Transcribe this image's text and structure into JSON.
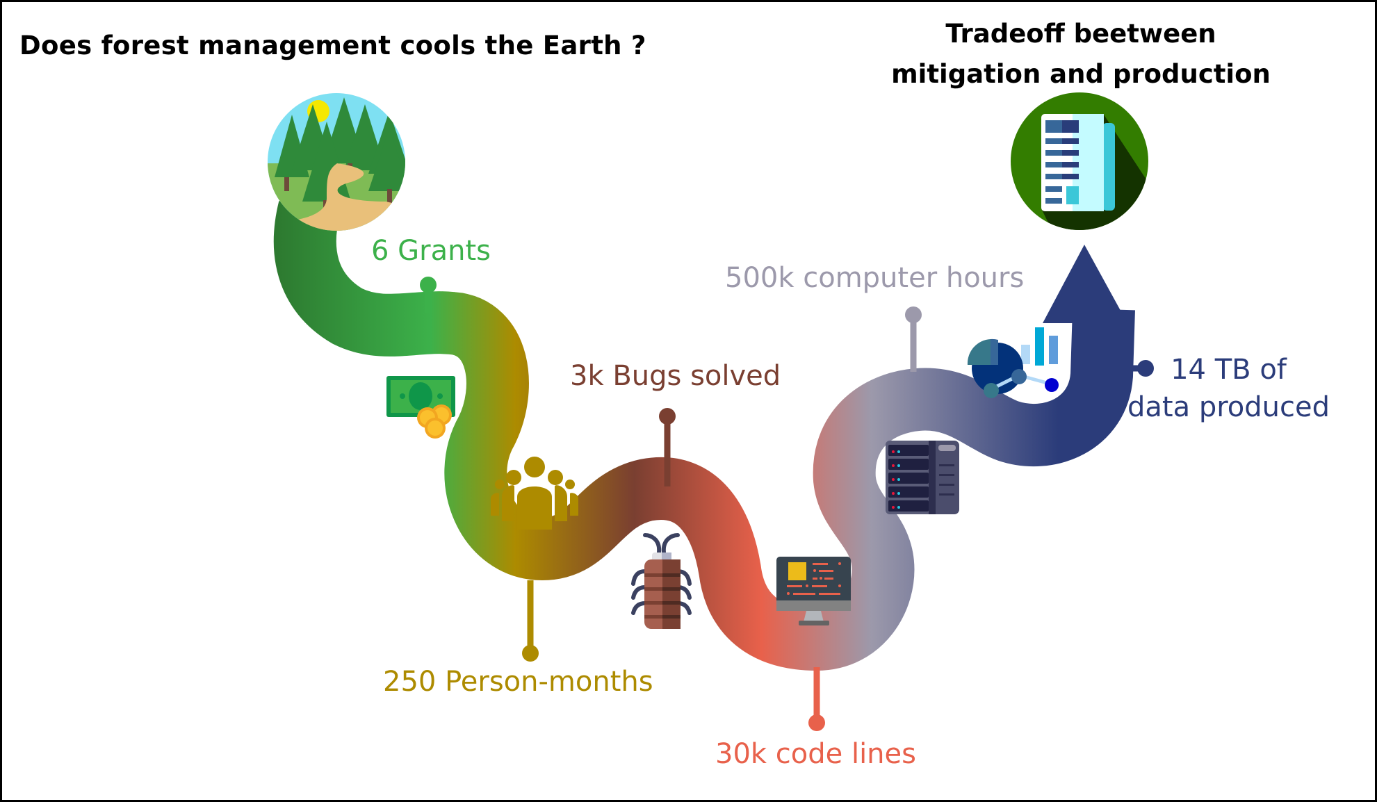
{
  "titles": {
    "left": "Does forest management cools the Earth ?",
    "right_line1": "Tradeoff beetween",
    "right_line2": "mitigation and production"
  },
  "milestones": [
    {
      "id": "grants",
      "label": "6 Grants",
      "icon": "money-icon",
      "color": "#3cb14a"
    },
    {
      "id": "person_months",
      "label": "250 Person-months",
      "icon": "team-icon",
      "color": "#ad8b00"
    },
    {
      "id": "bugs",
      "label": "3k Bugs solved",
      "icon": "bug-icon",
      "color": "#7a3f31"
    },
    {
      "id": "code",
      "label": "30k code lines",
      "icon": "code-monitor-icon",
      "color": "#e8614b"
    },
    {
      "id": "compute",
      "label": "500k computer hours",
      "icon": "server-icon",
      "color": "#9c99ab"
    },
    {
      "id": "data",
      "label_line1": "14 TB of",
      "label_line2": "data produced",
      "icon": "analytics-icon",
      "color": "#2b3c7a"
    }
  ],
  "start": {
    "icon": "forest-icon"
  },
  "end": {
    "icon": "report-document-icon"
  },
  "ribbon_colors": [
    "#2d7a30",
    "#3cb14a",
    "#ad8b00",
    "#7a3f31",
    "#e8614b",
    "#9c99ab",
    "#2b3c7a"
  ]
}
